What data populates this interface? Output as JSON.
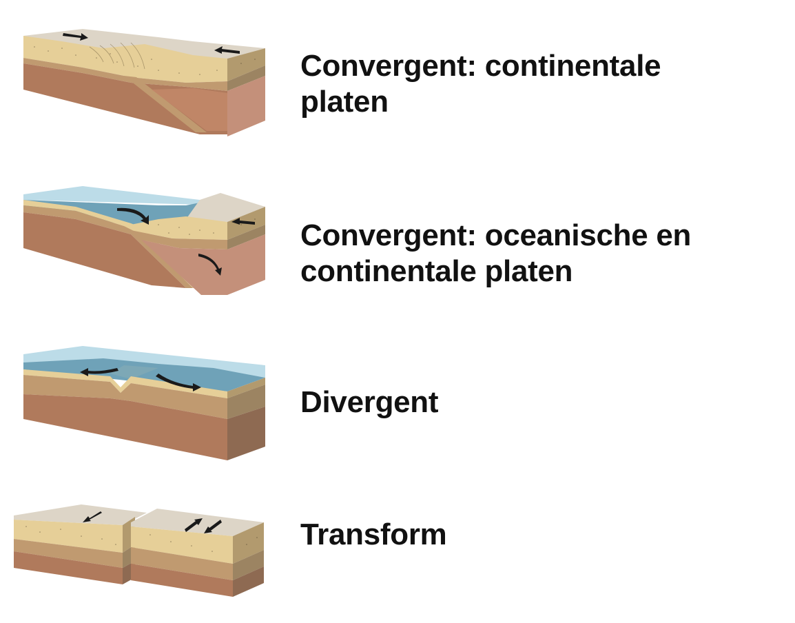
{
  "diagrams": [
    {
      "id": "convergent-continental",
      "label_lines": [
        "Convergent: continentale",
        "platen"
      ]
    },
    {
      "id": "convergent-oceanic-continental",
      "label_lines": [
        "Convergent: oceanische en",
        "continentale platen"
      ]
    },
    {
      "id": "divergent",
      "label_lines": [
        "Divergent"
      ]
    },
    {
      "id": "transform",
      "label_lines": [
        "Transform"
      ]
    }
  ],
  "colors": {
    "surface_top": "#ddd5c7",
    "sand_layer": "#e6cf98",
    "crust_layer": "#c09a70",
    "mantle_layer": "#b07a5c",
    "side_sand": "#b29a6e",
    "side_crust": "#9c8462",
    "side_mantle": "#8e6a52",
    "ocean": "#6fa2b8",
    "ocean_light": "#bcdce8",
    "arrow": "#1a1a1a",
    "text": "#111111"
  }
}
